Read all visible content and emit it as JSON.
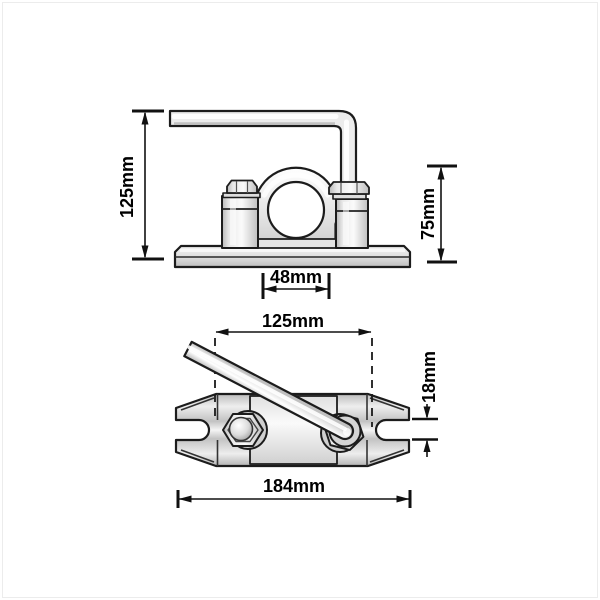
{
  "diagram": {
    "kind": "technical-drawing",
    "views": [
      "side-elevation",
      "plan-view"
    ],
    "colors": {
      "background": "#ffffff",
      "outline": "#1c1c1c",
      "dimension_line": "#111111",
      "metal_light": "#f5f5f5",
      "metal_mid": "#d9d9d9",
      "metal_dark": "#b0b0b0"
    },
    "dims": {
      "side_overall_height": "125mm",
      "side_body_height": "75mm",
      "side_bore": "48mm",
      "plan_slot_spacing": "125mm",
      "plan_slot_width": "18mm",
      "plan_overall_length": "184mm"
    }
  }
}
